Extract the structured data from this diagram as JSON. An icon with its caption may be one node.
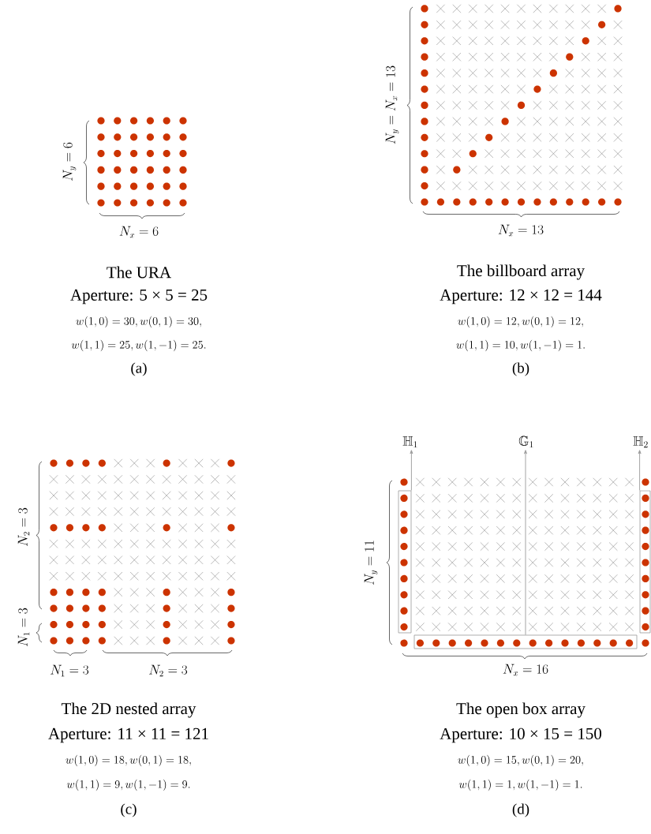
{
  "diagram": {
    "nodes": [
      {
        "text": [
          "\\mathbb{H}_1"
        ]
      },
      {
        "text": [
          "\\mathbb{G}_1"
        ]
      },
      {
        "text": [
          "\\mathbb{H}_2"
        ]
      },
      {
        "text": [],
        "shape": "box"
      },
      {
        "text": [],
        "shape": "box"
      },
      {
        "text": [],
        "shape": "box"
      }
    ],
    "edges": [
      {
        "from": 3,
        "to": 0,
        "arrow": "to"
      },
      {
        "from": 4,
        "to": 1,
        "arrow": "to"
      },
      {
        "from": 5,
        "to": 2,
        "arrow": "to"
      }
    ],
    "labels": [
      "N_y = 6",
      "N_x = 6",
      "The URA",
      "Aperture: 5 × 5 = 25",
      "w(1,0) = 30, w(0,1) = 30,",
      "w(1,1) = 25, w(1,-1) = 25.",
      "(a)",
      "N_y = N_x = 13",
      "N_x = 13",
      "The billboard array",
      "Aperture: 12 × 12 = 144",
      "w(1,0) = 12, w(0,1) = 12,",
      "w(1,1) = 10, w(1,-1) = 1.",
      "(b)",
      "N_2 = 3",
      "N_1 = 3",
      "N_1 = 3",
      "N_2 = 3",
      "The 2D nested array",
      "Aperture: 11 × 11 = 121",
      "w(1,0) = 18, w(0,1) = 18,",
      "w(1,1) = 9, w(1,-1) = 9.",
      "(c)",
      "N_y = 11",
      "N_x = 16",
      "The open box array",
      "Aperture: 10 × 15 = 150",
      "w(1,0) = 15, w(0,1) = 20,",
      "w(1,1) = 1, w(1,-1) = 1.",
      "(d)"
    ]
  }
}
